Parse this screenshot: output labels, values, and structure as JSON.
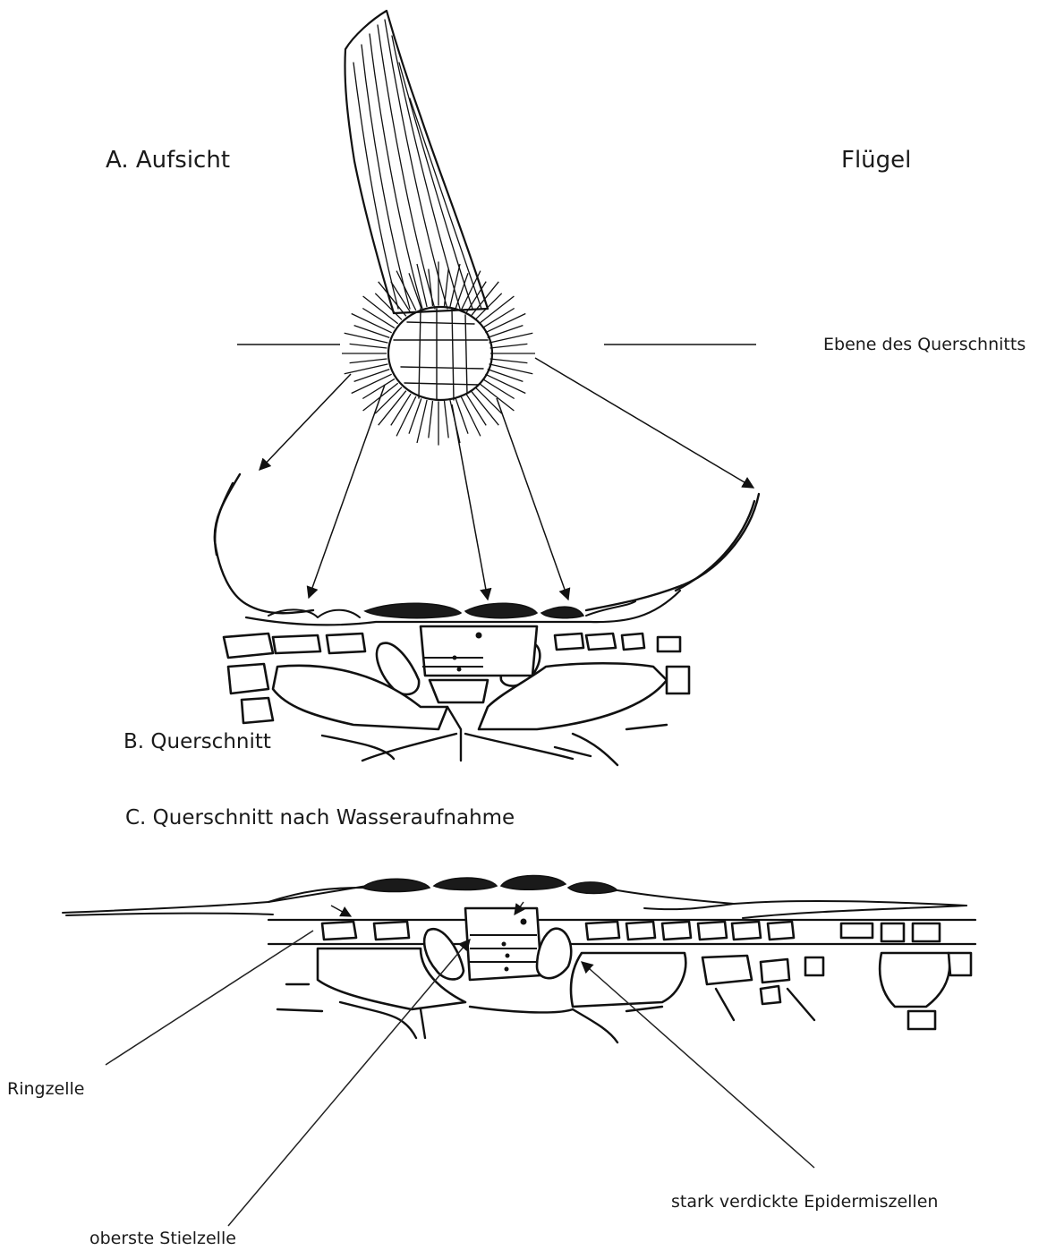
{
  "labels": {
    "top_view": "A. Aufsicht",
    "wing": "Flügel",
    "section_plane": "Ebene des Querschnitts",
    "cross_section": "B. Querschnitt",
    "cross_section_water": "C. Querschnitt nach  Wasseraufnahme",
    "ring_cell": "Ringzelle",
    "top_stalk_cell": "oberste Stielzelle",
    "thick_epidermis": "stark verdickte Epidermiszellen"
  },
  "colors": {
    "ink": "#111111",
    "background": "#ffffff"
  }
}
